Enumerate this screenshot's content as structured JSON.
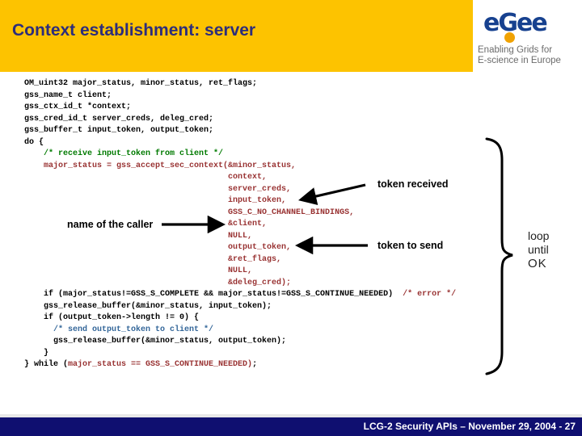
{
  "header": {
    "title": "Context establishment: server"
  },
  "logo": {
    "wordmark": "eGee",
    "tagline1": "Enabling Grids for",
    "tagline2": "E-science in Europe"
  },
  "annotations": {
    "token_received": "token received",
    "name_of_caller": "name of the caller",
    "token_to_send": "token to send",
    "loop": [
      "loop",
      "until",
      "OK"
    ]
  },
  "footer": {
    "text": "LCG-2 Security APIs – November 29, 2004  - 27"
  },
  "colors": {
    "header_yellow": "#fdc300",
    "title_navy": "#2d2d7b",
    "footer_navy": "#0f0f70",
    "code_black": "#000000",
    "code_maroon": "#993333",
    "comment_green": "#007a00",
    "comment_blue": "#336699",
    "logo_blue": "#17418f",
    "logo_orange": "#f0a202"
  },
  "code": {
    "lines": [
      [
        [
          "k",
          "OM_uint32 major_status, minor_status, ret_flags;"
        ]
      ],
      [
        [
          "k",
          "gss_name_t client;"
        ]
      ],
      [
        [
          "k",
          "gss_ctx_id_t *context;"
        ]
      ],
      [
        [
          "k",
          "gss_cred_id_t server_creds, deleg_cred;"
        ]
      ],
      [
        [
          "k",
          "gss_buffer_t input_token, output_token;"
        ]
      ],
      [
        [
          "k",
          "do {"
        ]
      ],
      [
        [
          "k",
          "    "
        ],
        [
          "g",
          "/* receive input_token from client */"
        ]
      ],
      [
        [
          "m",
          "    major_status = gss_accept_sec_context(&minor_status,"
        ]
      ],
      [
        [
          "m",
          "                                          context,"
        ]
      ],
      [
        [
          "m",
          "                                          server_creds,"
        ]
      ],
      [
        [
          "m",
          "                                          input_token,"
        ]
      ],
      [
        [
          "m",
          "                                          GSS_C_NO_CHANNEL_BINDINGS,"
        ]
      ],
      [
        [
          "m",
          "                                          &client,"
        ]
      ],
      [
        [
          "m",
          "                                          NULL,"
        ]
      ],
      [
        [
          "m",
          "                                          output_token,"
        ]
      ],
      [
        [
          "m",
          "                                          &ret_flags,"
        ]
      ],
      [
        [
          "m",
          "                                          NULL,"
        ]
      ],
      [
        [
          "m",
          "                                          &deleg_cred);"
        ]
      ],
      [
        [
          "k",
          "    if (major_status!=GSS_S_COMPLETE && major_status!=GSS_S_CONTINUE_NEEDED)"
        ],
        [
          "m",
          "  /* error */"
        ]
      ],
      [
        [
          "k",
          "    gss_release_buffer(&minor_status, input_token);"
        ]
      ],
      [
        [
          "k",
          "    if (output_token->length != 0) {"
        ]
      ],
      [
        [
          "k",
          "      "
        ],
        [
          "b",
          "/* send output_token to client */"
        ]
      ],
      [
        [
          "k",
          "      gss_release_buffer(&minor_status, output_token);"
        ]
      ],
      [
        [
          "k",
          "    }"
        ]
      ],
      [
        [
          "k",
          "} while ("
        ],
        [
          "m",
          "major_status == GSS_S_CONTINUE_NEEDED)"
        ],
        [
          "k",
          ";"
        ]
      ]
    ]
  }
}
